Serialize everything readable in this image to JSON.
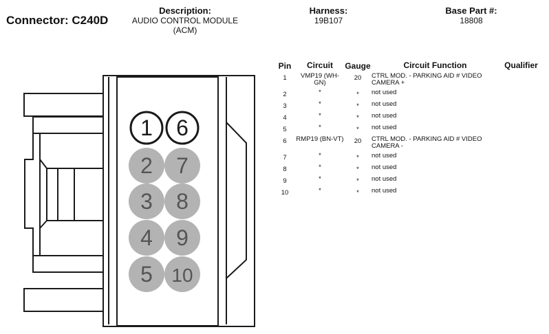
{
  "header": {
    "connector_label": "Connector: C240D",
    "description_label": "Description:",
    "description_value": "AUDIO CONTROL MODULE (ACM)",
    "harness_label": "Harness:",
    "harness_value": "19B107",
    "base_part_label": "Base Part #:",
    "base_part_value": "18808"
  },
  "colors": {
    "active_pin_fill": "#ffffff",
    "inactive_pin_fill": "#b3b3b3",
    "inactive_pin_text": "#555555",
    "line": "#1a1a1a"
  },
  "connector": {
    "pins": [
      {
        "number": "1",
        "active": true
      },
      {
        "number": "6",
        "active": true
      },
      {
        "number": "2",
        "active": false
      },
      {
        "number": "7",
        "active": false
      },
      {
        "number": "3",
        "active": false
      },
      {
        "number": "8",
        "active": false
      },
      {
        "number": "4",
        "active": false
      },
      {
        "number": "9",
        "active": false
      },
      {
        "number": "5",
        "active": false
      },
      {
        "number": "10",
        "active": false
      }
    ]
  },
  "table": {
    "headers": {
      "pin": "Pin",
      "circuit": "Circuit",
      "gauge": "Gauge",
      "function": "Circuit Function",
      "qualifier": "Qualifier"
    },
    "rows": [
      {
        "pin": "1",
        "circuit": "VMP19 (WH-GN)",
        "gauge": "20",
        "function": "CTRL MOD. - PARKING AID # VIDEO CAMERA +",
        "qualifier": ""
      },
      {
        "pin": "2",
        "circuit": "*",
        "gauge": "*",
        "function": "not used",
        "qualifier": ""
      },
      {
        "pin": "3",
        "circuit": "*",
        "gauge": "*",
        "function": "not used",
        "qualifier": ""
      },
      {
        "pin": "4",
        "circuit": "*",
        "gauge": "*",
        "function": "not used",
        "qualifier": ""
      },
      {
        "pin": "5",
        "circuit": "*",
        "gauge": "*",
        "function": "not used",
        "qualifier": ""
      },
      {
        "pin": "6",
        "circuit": "RMP19 (BN-VT)",
        "gauge": "20",
        "function": "CTRL MOD. - PARKING AID # VIDEO CAMERA -",
        "qualifier": ""
      },
      {
        "pin": "7",
        "circuit": "*",
        "gauge": "*",
        "function": "not used",
        "qualifier": ""
      },
      {
        "pin": "8",
        "circuit": "*",
        "gauge": "*",
        "function": "not used",
        "qualifier": ""
      },
      {
        "pin": "9",
        "circuit": "*",
        "gauge": "*",
        "function": "not used",
        "qualifier": ""
      },
      {
        "pin": "10",
        "circuit": "*",
        "gauge": "*",
        "function": "not used",
        "qualifier": ""
      }
    ]
  }
}
